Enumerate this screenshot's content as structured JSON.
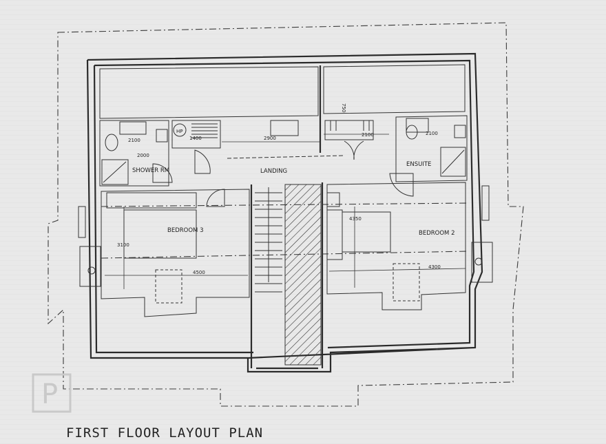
{
  "title": "FIRST FLOOR LAYOUT PLAN",
  "rooms": {
    "shower_rm": "SHOWER RM",
    "landing": "LANDING",
    "ensuite": "ENSUITE",
    "bedroom3": "BEDROOM 3",
    "bedroom2": "BEDROOM 2"
  },
  "fixtures": {
    "hp": "HP"
  },
  "dimensions": {
    "shower_width": "2100",
    "shower_depth": "2000",
    "hp_width": "1400",
    "landing_width": "2900",
    "store_depth": "750",
    "robe_width": "2100",
    "ensuite_width": "2100",
    "bed3_depth": "3100",
    "bed3_width": "4500",
    "bed2_depth": "4350",
    "bed2_width": "4300"
  },
  "watermark": "P"
}
